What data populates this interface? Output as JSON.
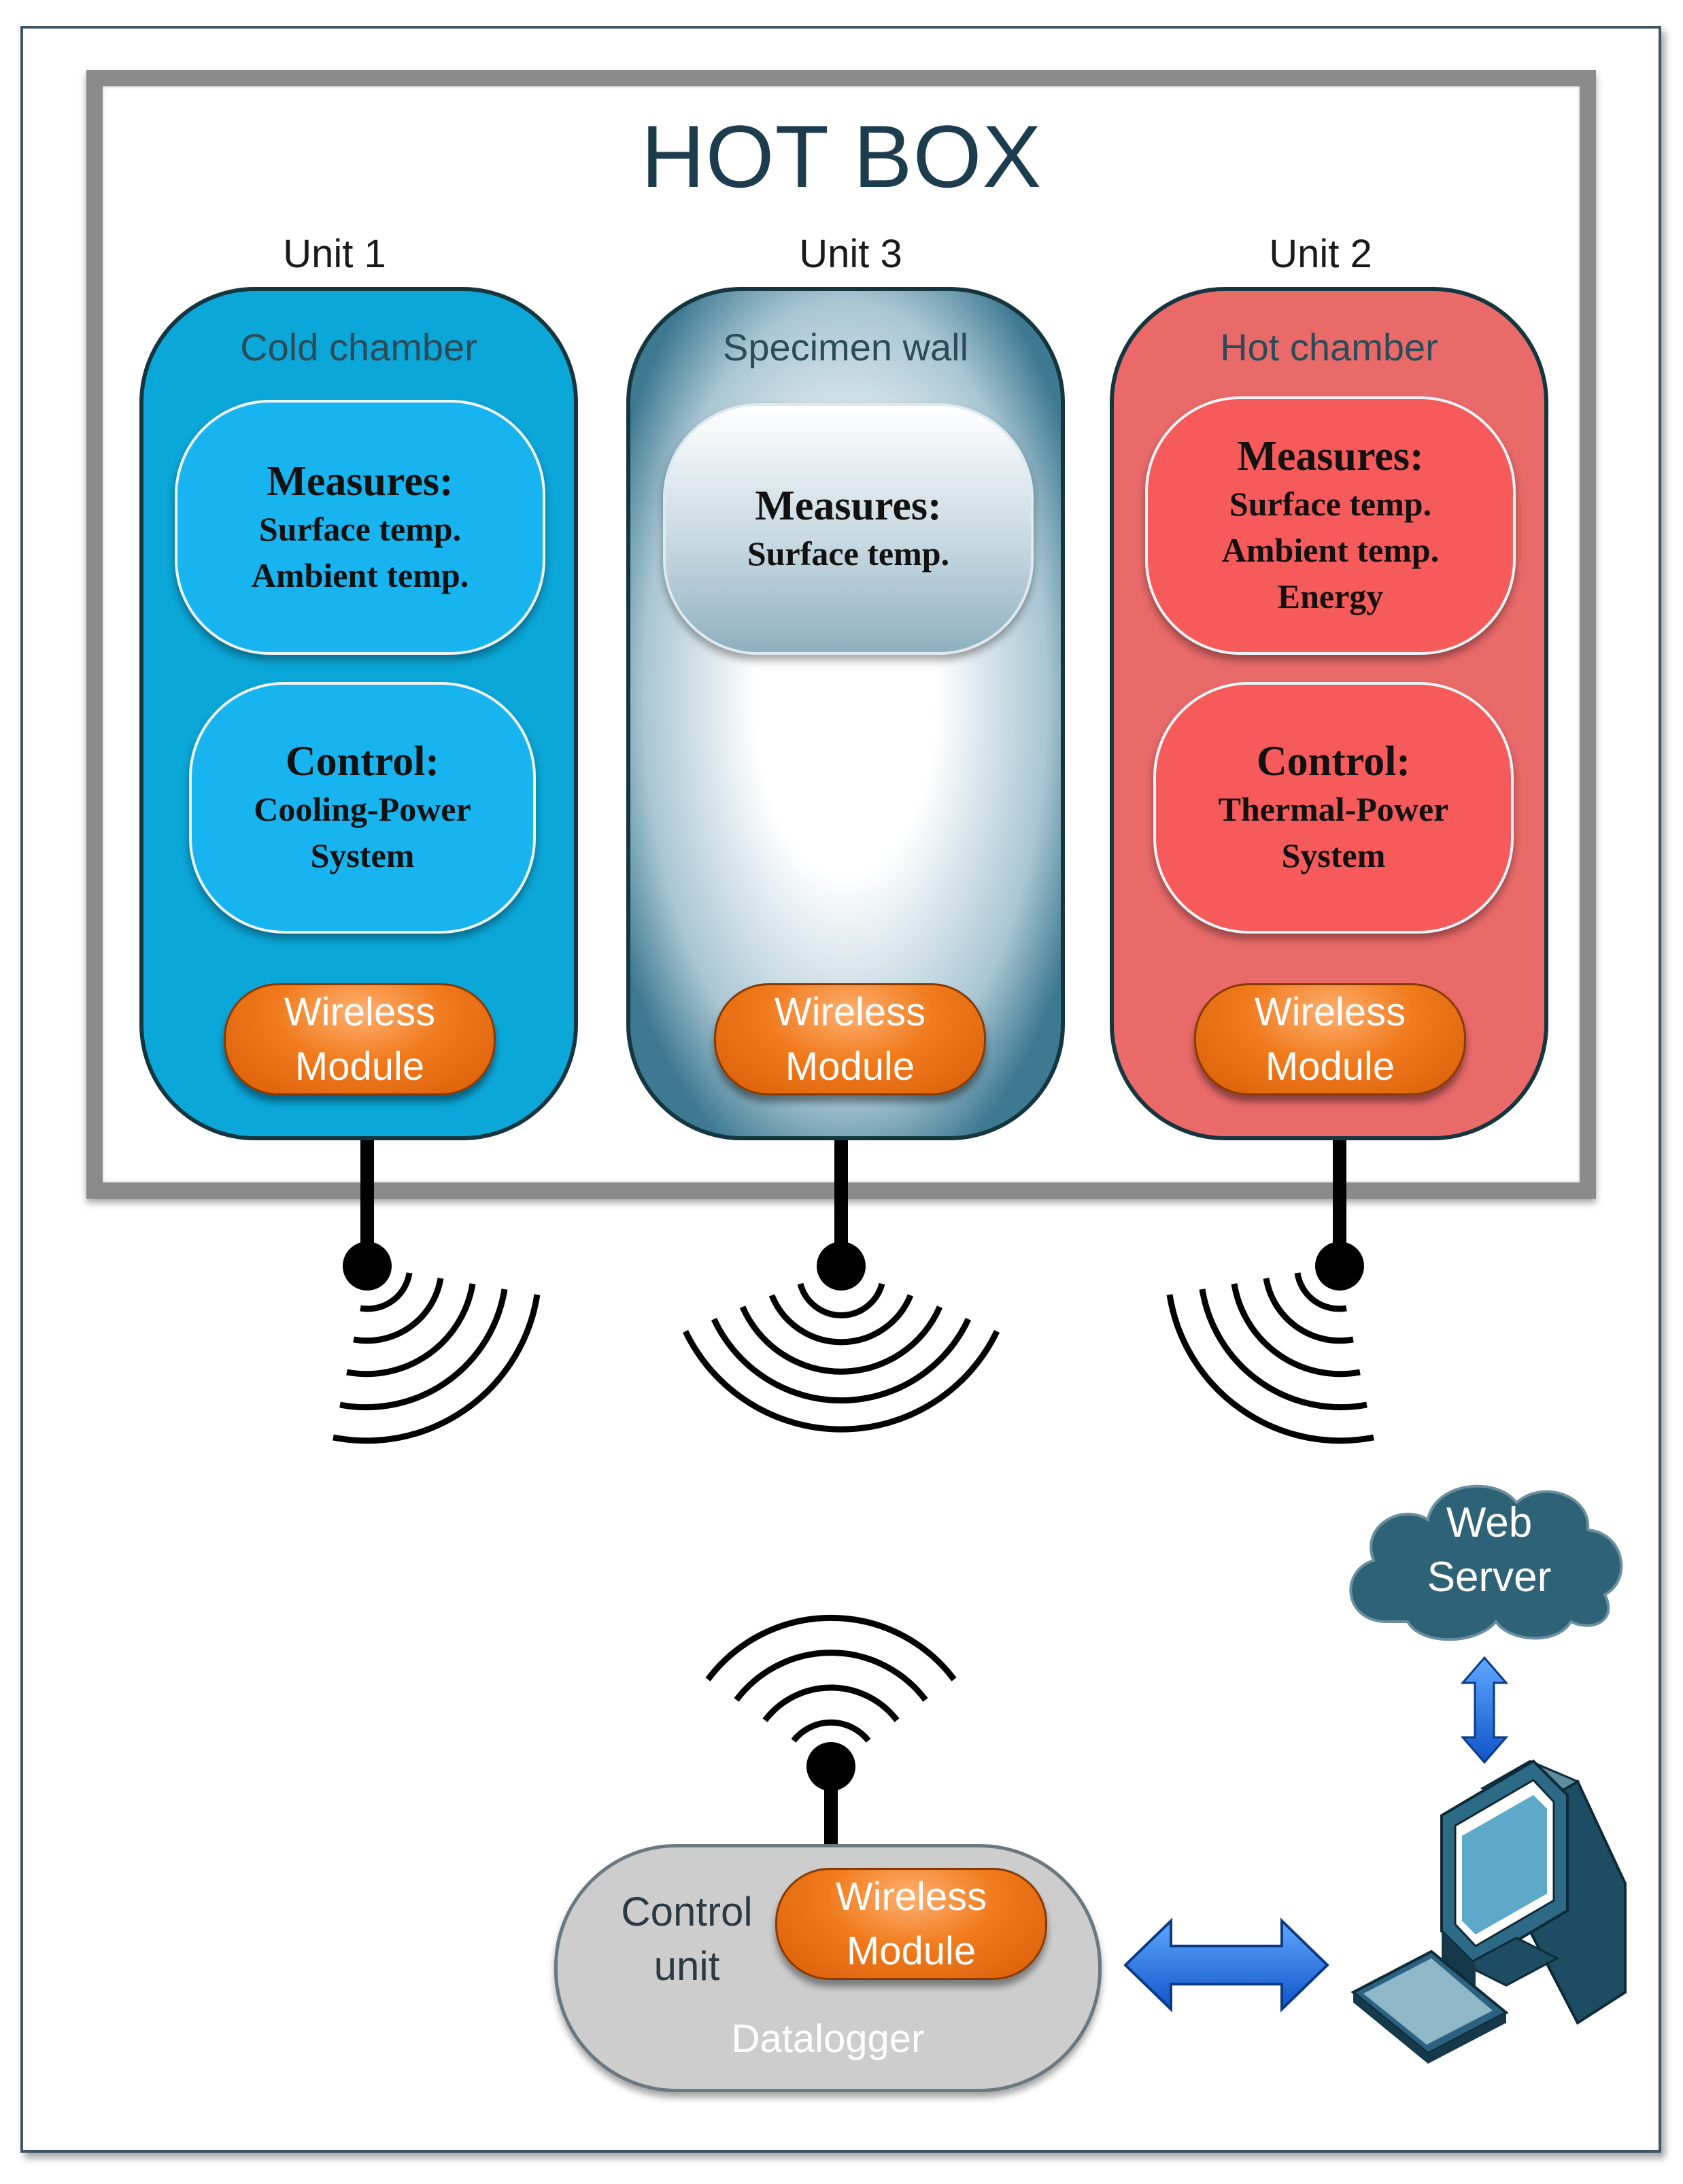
{
  "title": "HOT BOX",
  "units": [
    {
      "label": "Unit 1",
      "name": "Cold chamber",
      "measures_title": "Measures:",
      "measures_lines": [
        "Surface temp.",
        "Ambient temp."
      ],
      "control_title": "Control:",
      "control_lines": [
        "Cooling-Power",
        "System"
      ],
      "module_lines": [
        "Wireless",
        "Module"
      ]
    },
    {
      "label": "Unit 3",
      "name": "Specimen wall",
      "measures_title": "Measures:",
      "measures_lines": [
        "Surface temp."
      ],
      "module_lines": [
        "Wireless",
        "Module"
      ]
    },
    {
      "label": "Unit 2",
      "name": "Hot chamber",
      "measures_title": "Measures:",
      "measures_lines": [
        "Surface temp.",
        "Ambient temp.",
        "Energy"
      ],
      "control_title": "Control:",
      "control_lines": [
        "Thermal-Power",
        "System"
      ],
      "module_lines": [
        "Wireless",
        "Module"
      ]
    }
  ],
  "control_unit": {
    "label_lines": [
      "Control",
      "unit"
    ],
    "module_lines": [
      "Wireless",
      "Module"
    ],
    "datalogger": "Datalogger"
  },
  "web_server_lines": [
    "Web",
    "Server"
  ],
  "colors": {
    "cold": "#0ba7d9",
    "hot": "#ea6a6a",
    "module": "#f07a1c",
    "arrow": "#1a6fe0",
    "cloud": "#2e6277"
  }
}
